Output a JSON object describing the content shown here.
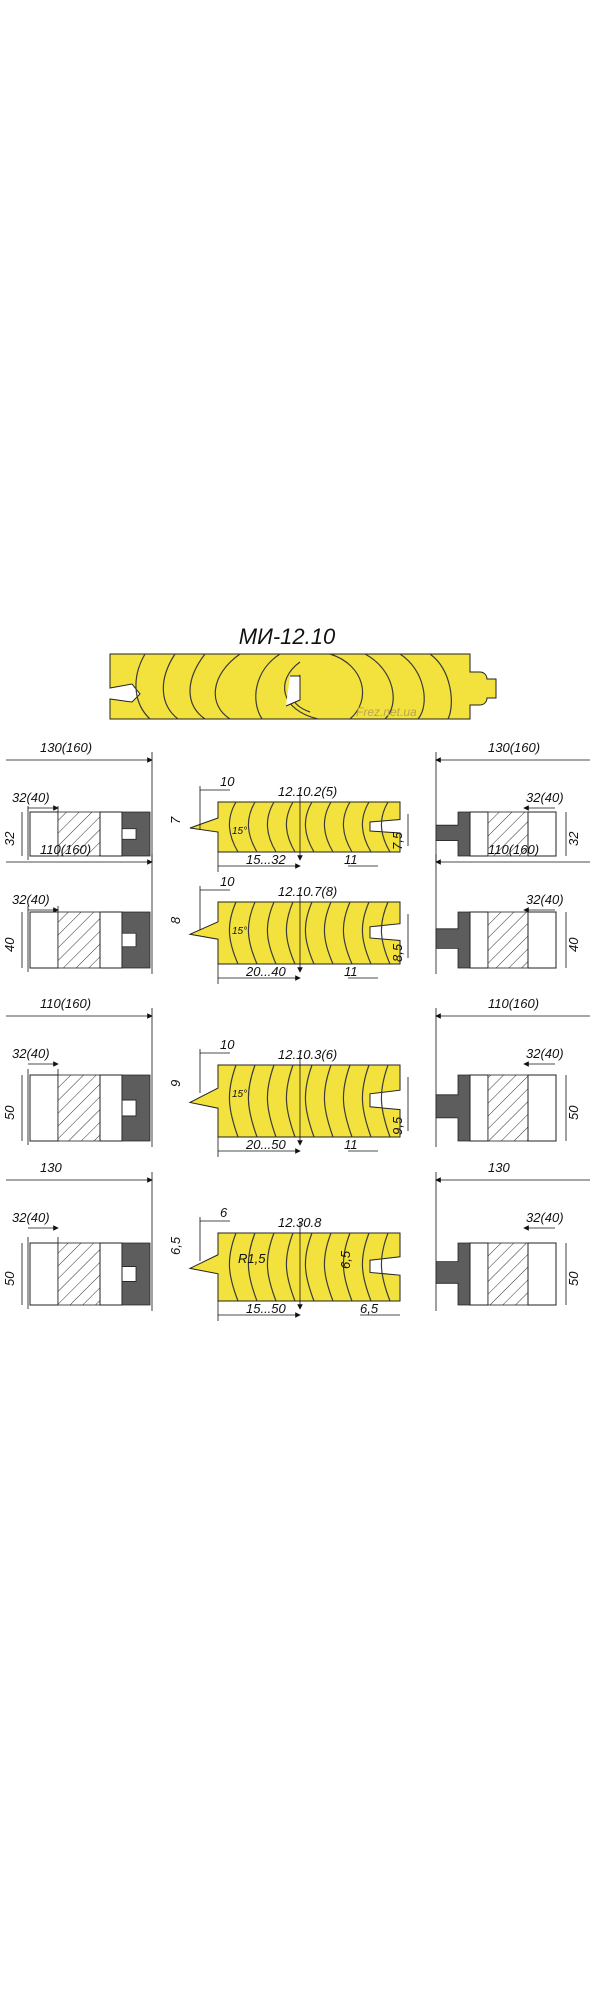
{
  "title": "МИ-12.10",
  "watermark": "Frez.net.ua",
  "rows": [
    {
      "left": {
        "diameter": "130(160)",
        "width": "32(40)",
        "height": "32"
      },
      "center": {
        "code": "12.10.2(5)",
        "top_dim": "10",
        "side_dim": "7",
        "angle": "15°",
        "range": "15...32",
        "tongue_len": "11",
        "tongue_h": "7,5"
      },
      "right": {
        "diameter": "130(160)",
        "width": "32(40)",
        "height": "32"
      }
    },
    {
      "left": {
        "diameter": "110(160)",
        "width": "32(40)",
        "height": "40"
      },
      "center": {
        "code": "12.10.7(8)",
        "top_dim": "10",
        "side_dim": "8",
        "angle": "15°",
        "range": "20...40",
        "tongue_len": "11",
        "tongue_h": "8,5"
      },
      "right": {
        "diameter": "110(160)",
        "width": "32(40)",
        "height": "40"
      }
    },
    {
      "left": {
        "diameter": "110(160)",
        "width": "32(40)",
        "height": "50"
      },
      "center": {
        "code": "12.10.3(6)",
        "top_dim": "10",
        "side_dim": "9",
        "angle": "15°",
        "range": "20...50",
        "tongue_len": "11",
        "tongue_h": "9,5"
      },
      "right": {
        "diameter": "110(160)",
        "width": "32(40)",
        "height": "50"
      }
    },
    {
      "left": {
        "diameter": "130",
        "width": "32(40)",
        "height": "50"
      },
      "center": {
        "code": "12.30.8",
        "top_dim": "6",
        "side_dim": "6,5",
        "radius": "R1,5",
        "range": "15...50",
        "groove_h": "6,5",
        "groove_w": "6,5"
      },
      "right": {
        "diameter": "130",
        "width": "32(40)",
        "height": "50"
      }
    }
  ],
  "colors": {
    "wood": "#f3e23d",
    "knife": "#5d5d5d",
    "line": "#111111"
  }
}
